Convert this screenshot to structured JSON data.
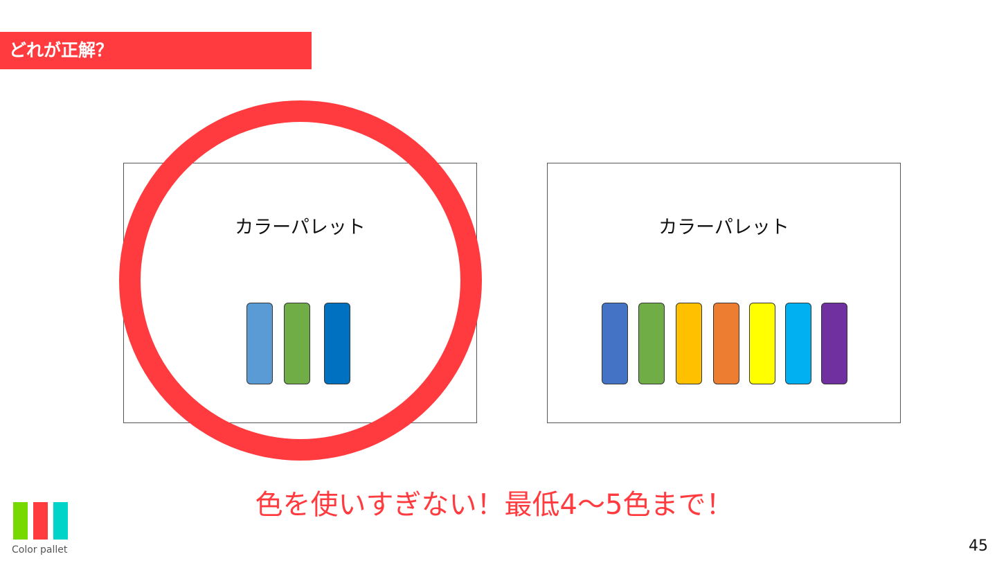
{
  "slide": {
    "title": "どれが正解？",
    "message": "色を使いすぎない！最低4～5色まで！",
    "page_number": "45"
  },
  "panels": [
    {
      "label": "カラーパレット",
      "marked_correct": true,
      "swatches": [
        "#5b9bd5",
        "#70ad47",
        "#0070c0"
      ]
    },
    {
      "label": "カラーパレット",
      "marked_correct": false,
      "swatches": [
        "#4472c4",
        "#70ad47",
        "#ffc000",
        "#ed7d31",
        "#ffff00",
        "#00b0f0",
        "#7030a0"
      ]
    }
  ],
  "logo": {
    "text": "Color pallet",
    "bar_colors": [
      "#77d900",
      "#ff3b3f",
      "#00d4c8"
    ]
  },
  "theme": {
    "accent": "#ff3b3f"
  }
}
